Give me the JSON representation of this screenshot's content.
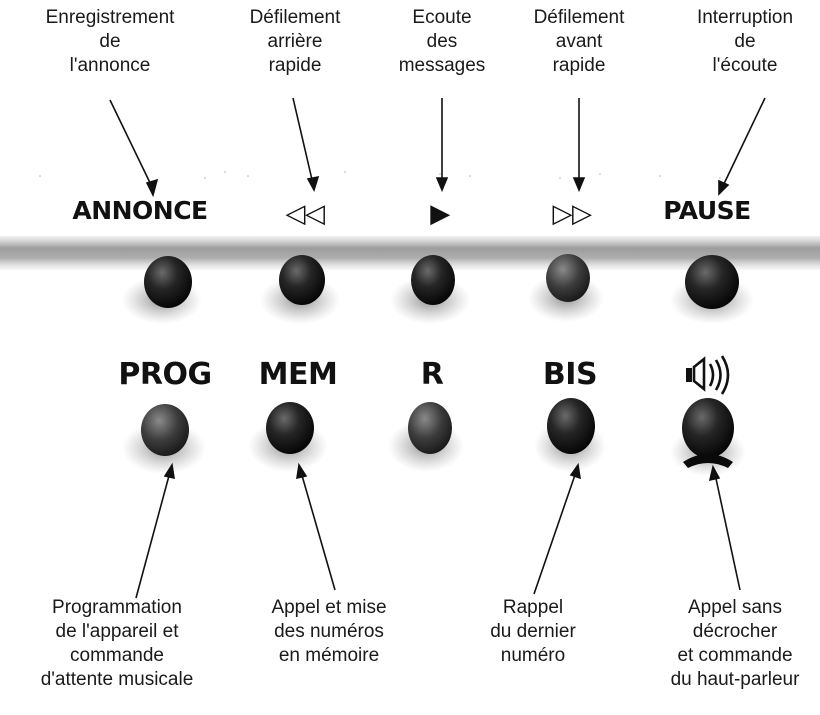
{
  "top_captions": [
    {
      "id": "annonce",
      "text": "Enregistrement\nde\nl'annonce"
    },
    {
      "id": "rewind",
      "text": "Défilement\narrière\nrapide"
    },
    {
      "id": "play",
      "text": "Ecoute\ndes\nmessages"
    },
    {
      "id": "forward",
      "text": "Défilement\navant\nrapide"
    },
    {
      "id": "pause",
      "text": "Interruption\nde\nl'écoute"
    }
  ],
  "row1_labels": [
    {
      "id": "annonce",
      "text": "ANNONCE"
    },
    {
      "id": "rewind",
      "text": "◁◁"
    },
    {
      "id": "play",
      "text": "▶"
    },
    {
      "id": "forward",
      "text": "▷▷"
    },
    {
      "id": "pause",
      "text": "PAUSE"
    }
  ],
  "row2_labels": [
    {
      "id": "prog",
      "text": "PROG"
    },
    {
      "id": "mem",
      "text": "MEM"
    },
    {
      "id": "r",
      "text": "R"
    },
    {
      "id": "bis",
      "text": "BIS"
    },
    {
      "id": "speaker",
      "icon": "speaker-icon"
    }
  ],
  "bottom_captions": [
    {
      "id": "prog",
      "text": "Programmation\nde l'appareil et\ncommande\nd'attente musicale"
    },
    {
      "id": "mem",
      "text": "Appel et mise\ndes numéros\nen mémoire"
    },
    {
      "id": "bis",
      "text": "Rappel\ndu dernier\nnuméro"
    },
    {
      "id": "speaker",
      "text": "Appel sans\ndécrocher\net commande\ndu haut-parleur"
    }
  ]
}
